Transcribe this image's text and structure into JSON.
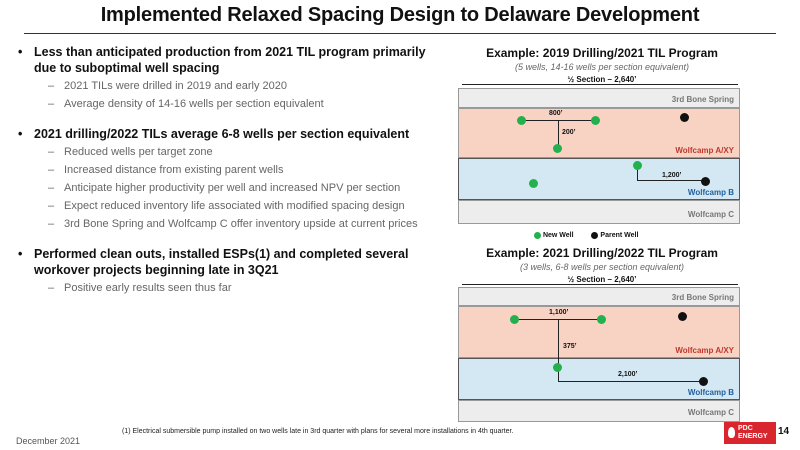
{
  "title": "Implemented Relaxed Spacing Design to Delaware Development",
  "bullets": [
    {
      "text": "Less than anticipated production from 2021 TIL program primarily due to suboptimal well spacing",
      "subs": [
        "2021 TILs were drilled in 2019 and early 2020",
        "Average density of 14-16 wells per section equivalent"
      ]
    },
    {
      "text": "2021 drilling/2022 TILs average 6-8 wells per section equivalent",
      "subs": [
        "Reduced wells per target zone",
        "Increased distance from existing parent wells",
        "Anticipate higher productivity per well and increased NPV per section",
        "Expect reduced inventory life associated with modified spacing design",
        "3rd Bone Spring and Wolfcamp C offer inventory upside at current prices"
      ]
    },
    {
      "text": "Performed clean outs, installed ESPs(1) and completed several workover projects beginning late in 3Q21",
      "subs": [
        "Positive early results seen thus far"
      ]
    }
  ],
  "diagram1": {
    "title": "Example: 2019 Drilling/2021 TIL Program",
    "subtitle": "(5 wells, 14-16 wells per section equivalent)",
    "half": "½ Section – 2,640’",
    "zones": {
      "bone": "3rd Bone Spring",
      "wca": "Wolfcamp A/XY",
      "wcb": "Wolfcamp B",
      "wcc": "Wolfcamp C"
    },
    "spacing": {
      "a": "800’",
      "b": "200’",
      "c": "1,200’"
    }
  },
  "diagram2": {
    "title": "Example: 2021 Drilling/2022 TIL Program",
    "subtitle": "(3 wells, 6-8 wells per section equivalent)",
    "half": "½ Section – 2,640’",
    "zones": {
      "bone": "3rd Bone Spring",
      "wca": "Wolfcamp A/XY",
      "wcb": "Wolfcamp B",
      "wcc": "Wolfcamp C"
    },
    "spacing": {
      "a": "1,100’",
      "b": "375’",
      "c": "2,100’"
    }
  },
  "legend": {
    "new": "New Well",
    "parent": "Parent Well"
  },
  "footnote": "(1) Electrical submersible pump installed on two wells late in 3rd quarter with plans for several more installations in 4th quarter.",
  "date": "December 2021",
  "logo": {
    "line1": "PDC",
    "line2": "ENERGY"
  },
  "page_number": "14",
  "colors": {
    "wca": "#f8d3c4",
    "wcb": "#d4e8f3",
    "gray": "#ededed",
    "new_well": "#22b14c",
    "logo": "#d9262e"
  }
}
